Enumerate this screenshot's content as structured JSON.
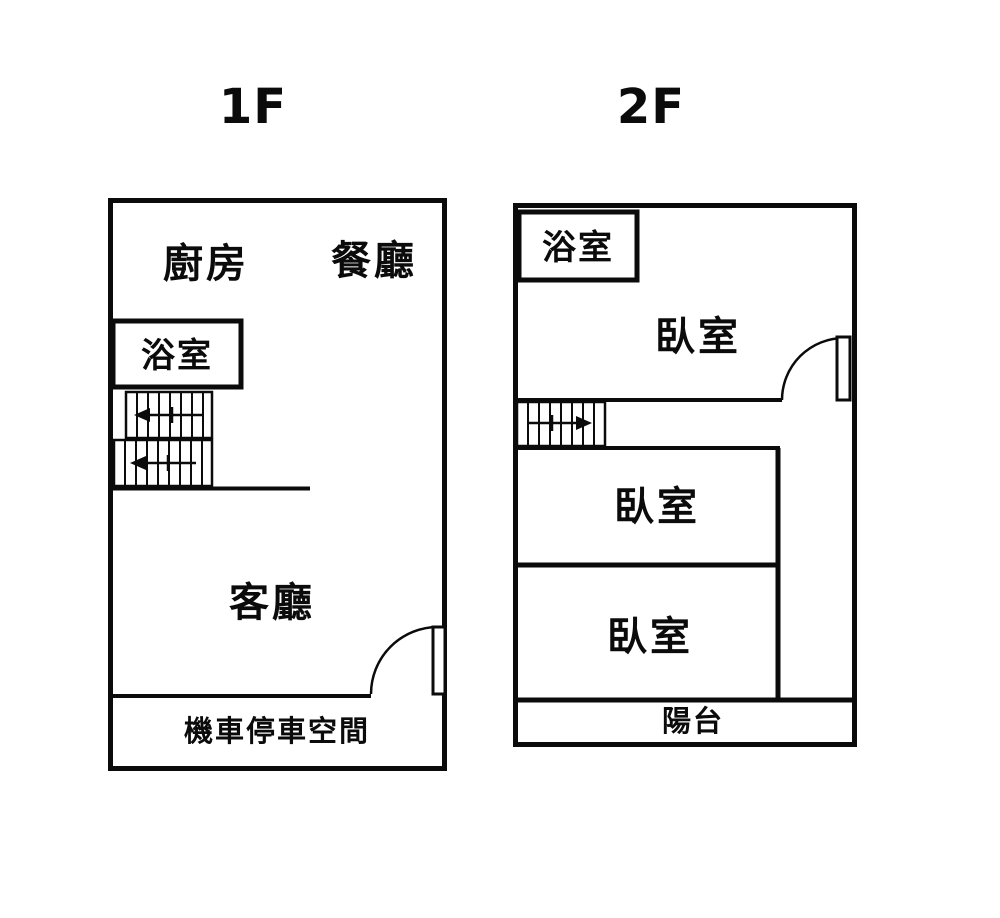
{
  "diagram": {
    "background": "#ffffff",
    "ink": "#0b0b0b",
    "floor1": {
      "title": "1F",
      "kitchen_label": "廚房",
      "dining_label": "餐廳",
      "bath_label": "浴室",
      "living_label": "客廳",
      "parking_label": "機車停車空間"
    },
    "floor2": {
      "title": "2F",
      "bath_label": "浴室",
      "bedroom1_label": "臥室",
      "bedroom2_label": "臥室",
      "bedroom3_label": "臥室",
      "balcony_label": "陽台"
    }
  }
}
